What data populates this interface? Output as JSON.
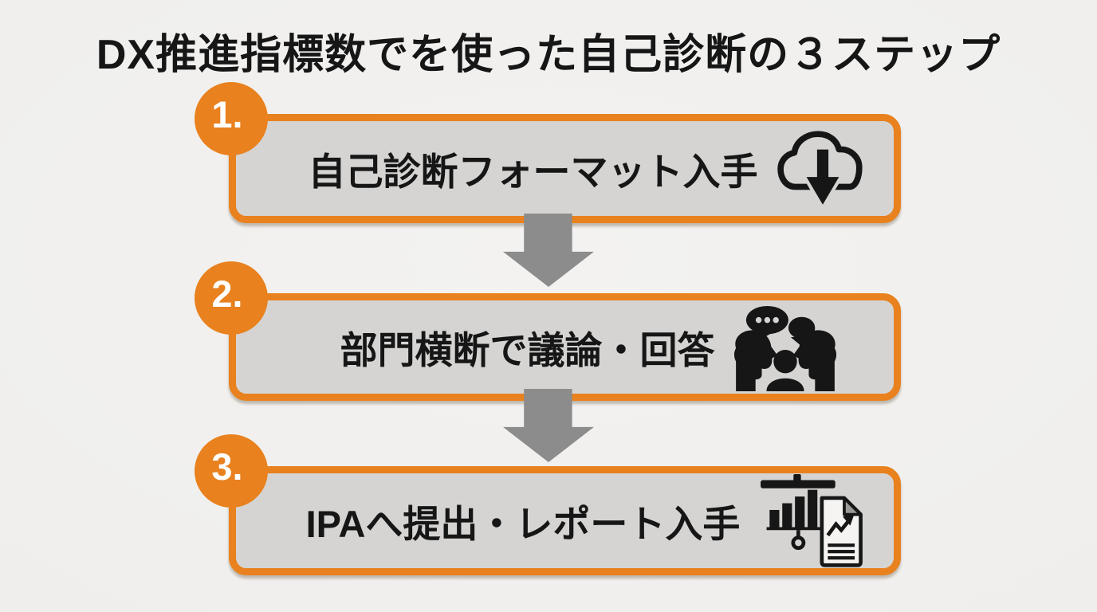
{
  "title": "DX推進指標数でを使った自己診断の３ステップ",
  "colors": {
    "accent_orange": "#E8811E",
    "box_fill": "#D5D4D2",
    "arrow_gray": "#8C8C8C",
    "background": "#F0EFED",
    "text_black": "#161616",
    "badge_text": "#FFFFFF"
  },
  "steps": [
    {
      "number": "1.",
      "label": "自己診断フォーマット入手",
      "icon": "cloud-download-icon"
    },
    {
      "number": "2.",
      "label": "部門横断で議論・回答",
      "icon": "group-discussion-icon"
    },
    {
      "number": "3.",
      "label": "IPAへ提出・レポート入手",
      "icon": "presentation-report-icon"
    }
  ]
}
